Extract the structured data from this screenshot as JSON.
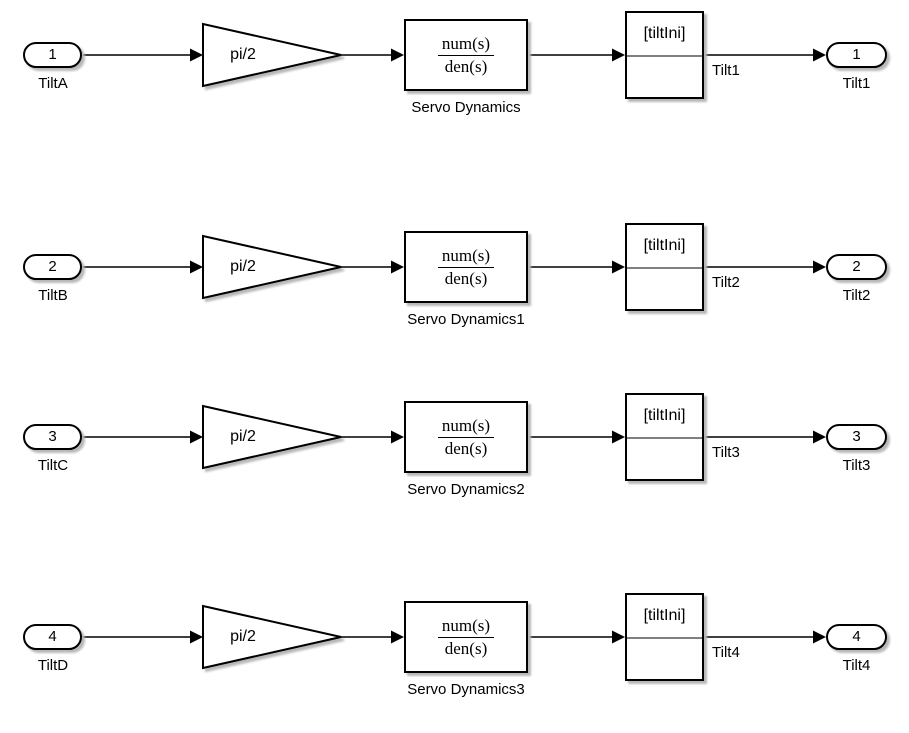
{
  "diagram": {
    "background_color": "#ffffff",
    "block_fill_color": "#ffffff",
    "block_stroke_color": "#000000",
    "divider_color": "#808080",
    "shadow_color": "#b8b8b8",
    "rows": [
      {
        "inport": {
          "number": "1",
          "label": "TiltA"
        },
        "gain": {
          "value": "pi/2"
        },
        "transfer_fcn": {
          "numerator": "num(s)",
          "denominator": "den(s)",
          "label": "Servo Dynamics"
        },
        "ic": {
          "value": "[tiltIni]"
        },
        "signal_label": "Tilt1",
        "outport": {
          "number": "1",
          "label": "Tilt1"
        }
      },
      {
        "inport": {
          "number": "2",
          "label": "TiltB"
        },
        "gain": {
          "value": "pi/2"
        },
        "transfer_fcn": {
          "numerator": "num(s)",
          "denominator": "den(s)",
          "label": "Servo Dynamics1"
        },
        "ic": {
          "value": "[tiltIni]"
        },
        "signal_label": "Tilt2",
        "outport": {
          "number": "2",
          "label": "Tilt2"
        }
      },
      {
        "inport": {
          "number": "3",
          "label": "TiltC"
        },
        "gain": {
          "value": "pi/2"
        },
        "transfer_fcn": {
          "numerator": "num(s)",
          "denominator": "den(s)",
          "label": "Servo Dynamics2"
        },
        "ic": {
          "value": "[tiltIni]"
        },
        "signal_label": "Tilt3",
        "outport": {
          "number": "3",
          "label": "Tilt3"
        }
      },
      {
        "inport": {
          "number": "4",
          "label": "TiltD"
        },
        "gain": {
          "value": "pi/2"
        },
        "transfer_fcn": {
          "numerator": "num(s)",
          "denominator": "den(s)",
          "label": "Servo Dynamics3"
        },
        "ic": {
          "value": "[tiltIni]"
        },
        "signal_label": "Tilt4",
        "outport": {
          "number": "4",
          "label": "Tilt4"
        }
      }
    ]
  }
}
